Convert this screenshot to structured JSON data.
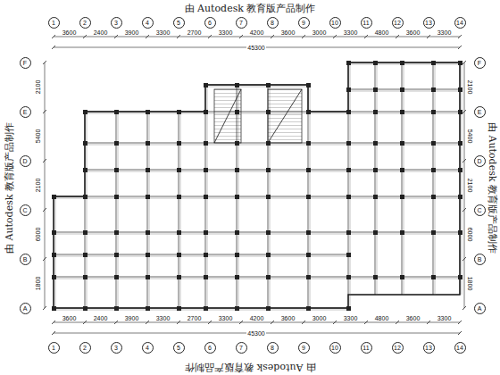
{
  "diagram": {
    "nodes": [
      {
        "text": [
          "1"
        ]
      },
      {
        "text": [
          "2"
        ]
      },
      {
        "text": [
          "3"
        ]
      },
      {
        "text": [
          "4"
        ]
      },
      {
        "text": [
          "5"
        ]
      },
      {
        "text": [
          "6"
        ]
      },
      {
        "text": [
          "7"
        ]
      },
      {
        "text": [
          "8"
        ]
      },
      {
        "text": [
          "9"
        ]
      },
      {
        "text": [
          "10"
        ]
      },
      {
        "text": [
          "11"
        ]
      },
      {
        "text": [
          "12"
        ]
      },
      {
        "text": [
          "13"
        ]
      },
      {
        "text": [
          "14"
        ]
      },
      {
        "text": [
          "F"
        ]
      },
      {
        "text": [
          "E"
        ]
      },
      {
        "text": [
          "D"
        ]
      },
      {
        "text": [
          "C"
        ]
      },
      {
        "text": [
          "B"
        ]
      },
      {
        "text": [
          "A"
        ]
      },
      {
        "text": [
          "F"
        ]
      },
      {
        "text": [
          "E"
        ]
      },
      {
        "text": [
          "D"
        ]
      },
      {
        "text": [
          "C"
        ]
      },
      {
        "text": [
          "B"
        ]
      },
      {
        "text": [
          "A"
        ]
      },
      {
        "text": [
          "1"
        ]
      },
      {
        "text": [
          "2"
        ]
      },
      {
        "text": [
          "3"
        ]
      },
      {
        "text": [
          "4"
        ]
      },
      {
        "text": [
          "5"
        ]
      },
      {
        "text": [
          "6"
        ]
      },
      {
        "text": [
          "7"
        ]
      },
      {
        "text": [
          "8"
        ]
      },
      {
        "text": [
          "9"
        ]
      },
      {
        "text": [
          "10"
        ]
      },
      {
        "text": [
          "11"
        ]
      },
      {
        "text": [
          "12"
        ]
      },
      {
        "text": [
          "13"
        ]
      },
      {
        "text": [
          "14"
        ]
      }
    ],
    "labels": [
      "由 Autodesk 教育版产品制作",
      "由 Autodesk 教育版产品制作",
      "由 Autodesk 教育版产品制作",
      "由 Autodesk 教育版产品制作",
      "3600",
      "2400",
      "3900",
      "3300",
      "2700",
      "3300",
      "4200",
      "3600",
      "3000",
      "3300",
      "4800",
      "3600",
      "3300",
      "45300",
      "3600",
      "2400",
      "3900",
      "3300",
      "2700",
      "3300",
      "4200",
      "3600",
      "3000",
      "3300",
      "4800",
      "3600",
      "3300",
      "45300",
      "2100",
      "5400",
      "2100",
      "6000",
      "1800",
      "2100",
      "5400",
      "2100",
      "6000",
      "1800"
    ]
  }
}
